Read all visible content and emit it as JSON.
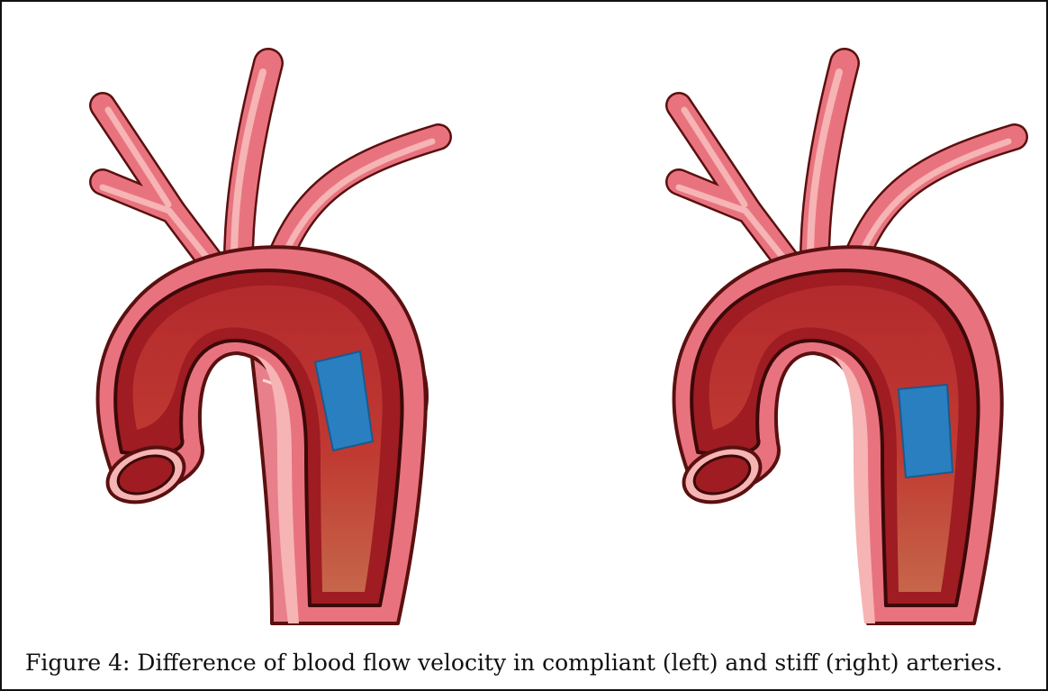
{
  "figure": {
    "caption": "Figure 4: Difference of blood flow velocity in compliant (left) and stiff (right) arteries.",
    "panels": [
      {
        "id": "compliant",
        "bulging_wall": true,
        "blood_colors": [
          "#9e1c22",
          "#c03a32",
          "#c6664a"
        ],
        "marker_color": "#2a7fc0"
      },
      {
        "id": "stiff",
        "bulging_wall": false,
        "blood_colors": [
          "#9e1c22",
          "#c03a32",
          "#c6664a"
        ],
        "marker_color": "#2a7fc0"
      }
    ],
    "colors": {
      "outline": "#5a1010",
      "wall": "#e8737f",
      "wall_light": "#f6b4b4",
      "wall_pale": "#f9d2cc"
    }
  }
}
